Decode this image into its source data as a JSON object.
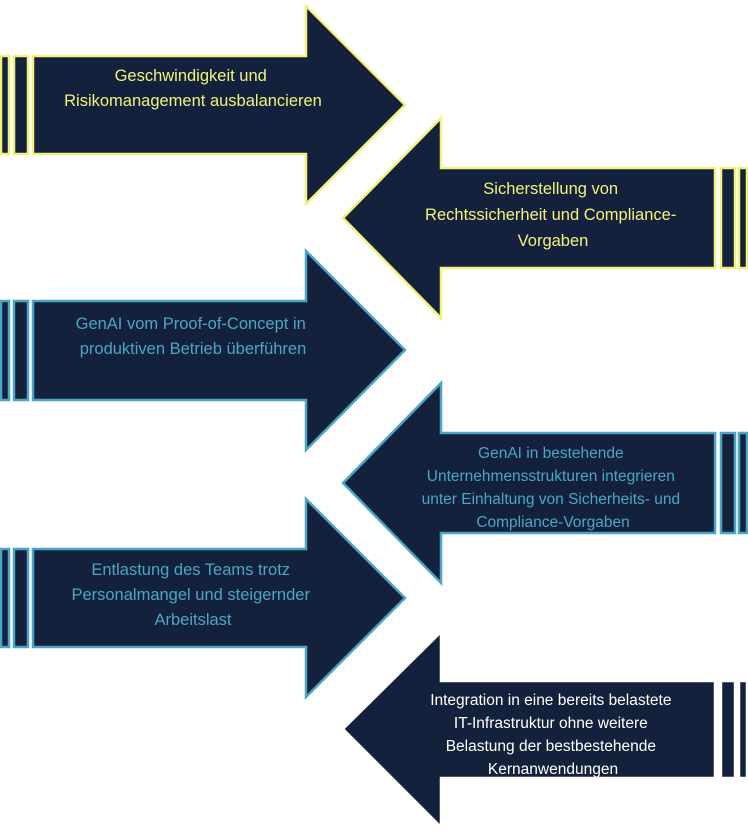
{
  "colors": {
    "fill": "#14213d",
    "yellow": "#f2f27a",
    "teal": "#4aa6c5",
    "white": "#ffffff"
  },
  "arrows": [
    {
      "direction": "right",
      "color_role": "yellow",
      "lines": [
        "Geschwindigkeit und",
        "Risikomanagement ausbalancieren"
      ]
    },
    {
      "direction": "left",
      "color_role": "yellow",
      "lines": [
        "Sicherstellung von",
        "Rechtssicherheit und Compliance-",
        "Vorgaben"
      ]
    },
    {
      "direction": "right",
      "color_role": "teal",
      "lines": [
        "GenAI vom Proof-of-Concept in",
        "produktiven Betrieb überführen"
      ]
    },
    {
      "direction": "left",
      "color_role": "teal",
      "lines": [
        "GenAI in bestehende",
        "Unternehmensstrukturen integrieren",
        "unter Einhaltung von Sicherheits- und",
        "Compliance-Vorgaben"
      ]
    },
    {
      "direction": "right",
      "color_role": "teal",
      "lines": [
        "Entlastung des Teams trotz",
        "Personalmangel und steigernder",
        "Arbeitslast"
      ]
    },
    {
      "direction": "left",
      "color_role": "white",
      "lines": [
        "Integration in eine bereits belastete",
        "IT-Infrastruktur ohne weitere",
        "Belastung der bestbestehende",
        "Kernanwendungen"
      ]
    }
  ]
}
